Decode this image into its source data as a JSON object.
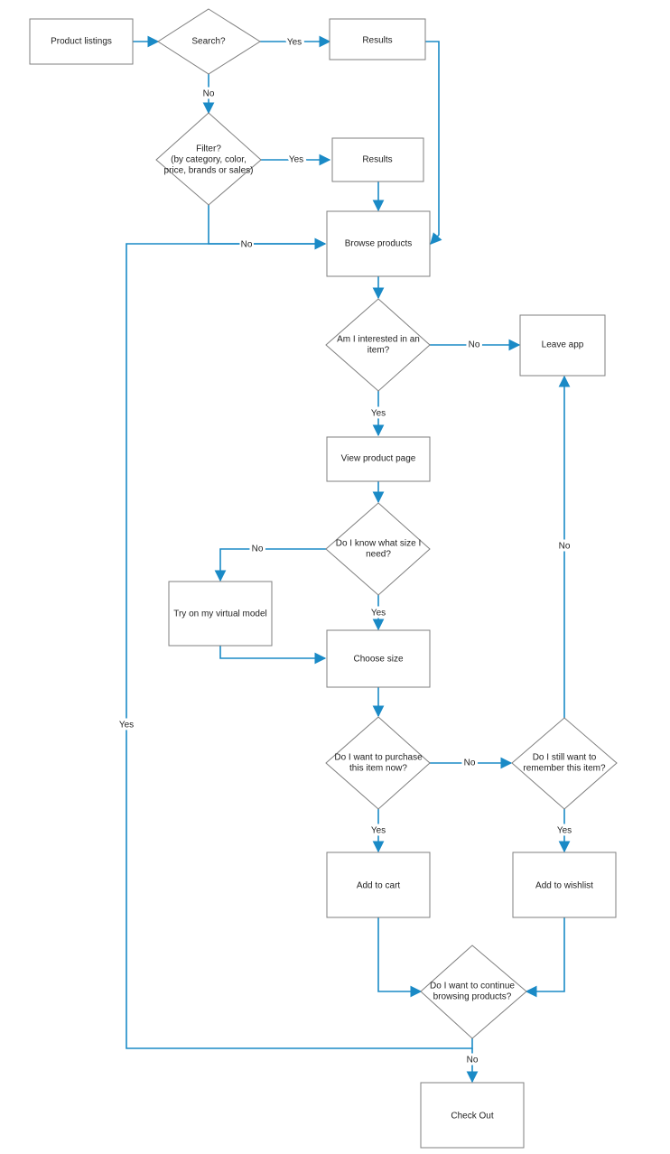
{
  "colors": {
    "connector": "#1a8ac6",
    "node_stroke": "#7f7f7f",
    "node_fill": "#ffffff",
    "text": "#222222"
  },
  "nodes": {
    "product_listings": [
      "Product listings"
    ],
    "search": [
      "Search?"
    ],
    "results_1": [
      "Results"
    ],
    "filter": [
      "Filter?",
      "(by category, color,",
      "price, brands or sales)"
    ],
    "results_2": [
      "Results"
    ],
    "browse_products": [
      "Browse products"
    ],
    "interested": [
      "Am I interested in an",
      "item?"
    ],
    "leave_app": [
      "Leave app"
    ],
    "view_product_page": [
      "View product page"
    ],
    "know_size": [
      "Do I know what size I",
      "need?"
    ],
    "try_on": [
      "Try on my virtual model"
    ],
    "choose_size": [
      "Choose size"
    ],
    "purchase_now": [
      "Do I want to purchase",
      "this item now?"
    ],
    "remember_item": [
      "Do I still want to",
      "remember this item?"
    ],
    "add_to_cart": [
      "Add to cart"
    ],
    "add_to_wishlist": [
      "Add to wishlist"
    ],
    "continue_browsing": [
      "Do I want to continue",
      "browsing products?"
    ],
    "check_out": [
      "Check Out"
    ]
  },
  "edge_labels": {
    "search_yes": "Yes",
    "search_no": "No",
    "filter_yes": "Yes",
    "filter_no": "No",
    "interested_no": "No",
    "interested_yes": "Yes",
    "know_size_no": "No",
    "know_size_yes": "Yes",
    "purchase_no": "No",
    "purchase_yes": "Yes",
    "remember_yes": "Yes",
    "remember_no": "No",
    "continue_yes": "Yes",
    "continue_no": "No"
  }
}
